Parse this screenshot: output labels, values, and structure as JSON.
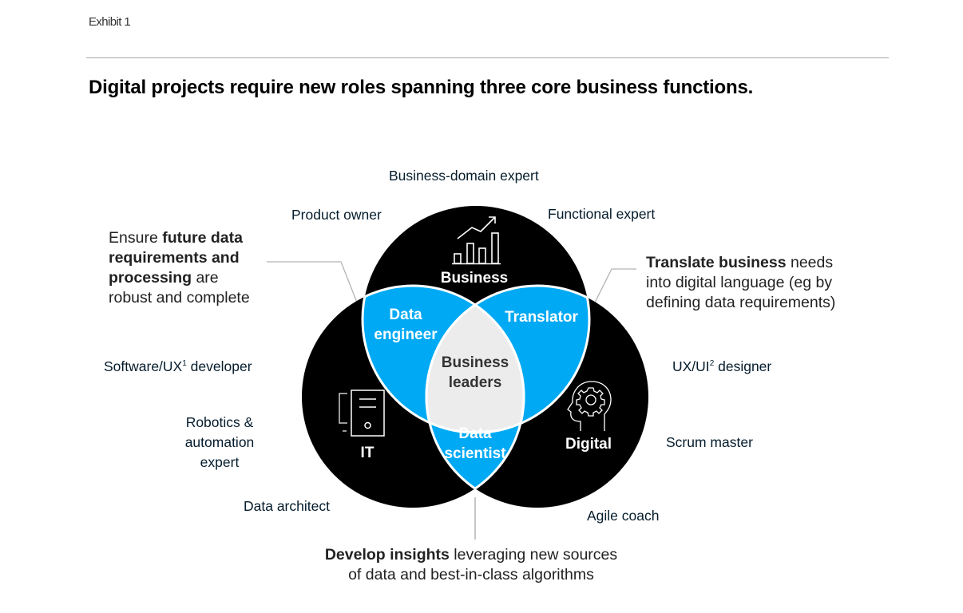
{
  "header": {
    "exhibit_label": "Exhibit 1",
    "title": "Digital projects require new roles spanning three core business functions."
  },
  "colors": {
    "circle_fill": "#000000",
    "overlap_fill": "#00a9f4",
    "center_fill": "#ececec",
    "leader_line": "#b3b3b3"
  },
  "circles": {
    "business": {
      "label": "Business",
      "icon": "bar-chart-trend-icon"
    },
    "it": {
      "label": "IT",
      "icon": "computer-tower-icon"
    },
    "digital": {
      "label": "Digital",
      "icon": "head-gear-icon"
    }
  },
  "overlaps": {
    "business_it": {
      "line1": "Data",
      "line2": "engineer"
    },
    "business_digital": {
      "line1": "Translator"
    },
    "it_digital": {
      "line1": "Data",
      "line2": "scientist"
    },
    "center": {
      "line1": "Business",
      "line2": "leaders"
    }
  },
  "roles": {
    "business_domain_expert": "Business-domain expert",
    "product_owner": "Product owner",
    "functional_expert": "Functional expert",
    "software_ux_developer": {
      "text_before": "Software/UX",
      "sup": "1",
      "text_after": " developer"
    },
    "robotics": {
      "line1": "Robotics &",
      "line2": "automation",
      "line3": "expert"
    },
    "data_architect": "Data architect",
    "ux_ui_designer": {
      "text_before": "UX/UI",
      "sup": "2",
      "text_after": " designer"
    },
    "scrum_master": "Scrum master",
    "agile_coach": "Agile coach"
  },
  "descriptions": {
    "data_engineer": {
      "lead": "Ensure ",
      "bold1": "future data",
      "bold2": "requirements and",
      "bold3": "processing",
      "rest1": " are",
      "rest2": "robust and complete"
    },
    "translator": {
      "bold": "Translate business",
      "rest1": " needs",
      "line2": "into digital language (eg by",
      "line3": "defining data requirements)"
    },
    "data_scientist": {
      "bold": "Develop insights",
      "rest1": " leveraging new sources",
      "line2": "of data and best-in-class algorithms"
    }
  }
}
